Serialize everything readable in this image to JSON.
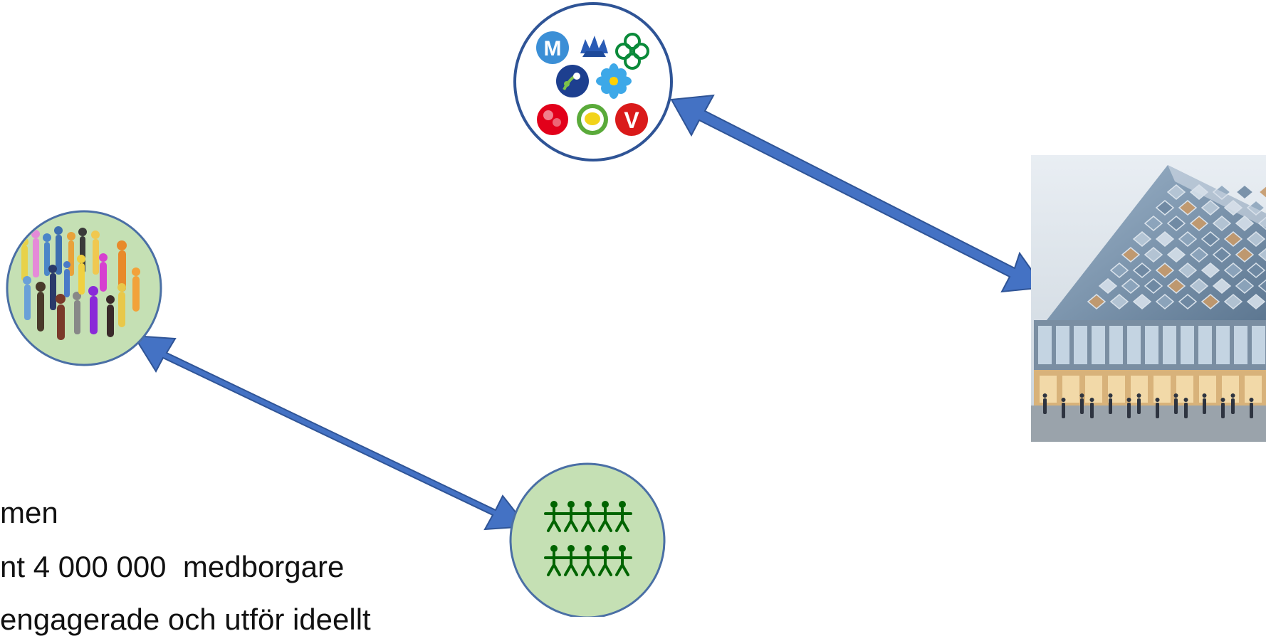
{
  "text_lines": [
    "men",
    "nt 4 000 000  medborgare",
    "engagerade och utför ideellt"
  ],
  "nodes": {
    "parties": {
      "label_letters": {
        "m": "M",
        "v": "V"
      }
    },
    "crowd": {},
    "association_members": {},
    "building": {}
  },
  "colors": {
    "arrow": "#4472C4",
    "circle_border_dark": "#2F5496",
    "circle_fill_green": "#C5E0B4",
    "circle_border_blue": "#4A6FA5",
    "people_green": "#006400"
  }
}
